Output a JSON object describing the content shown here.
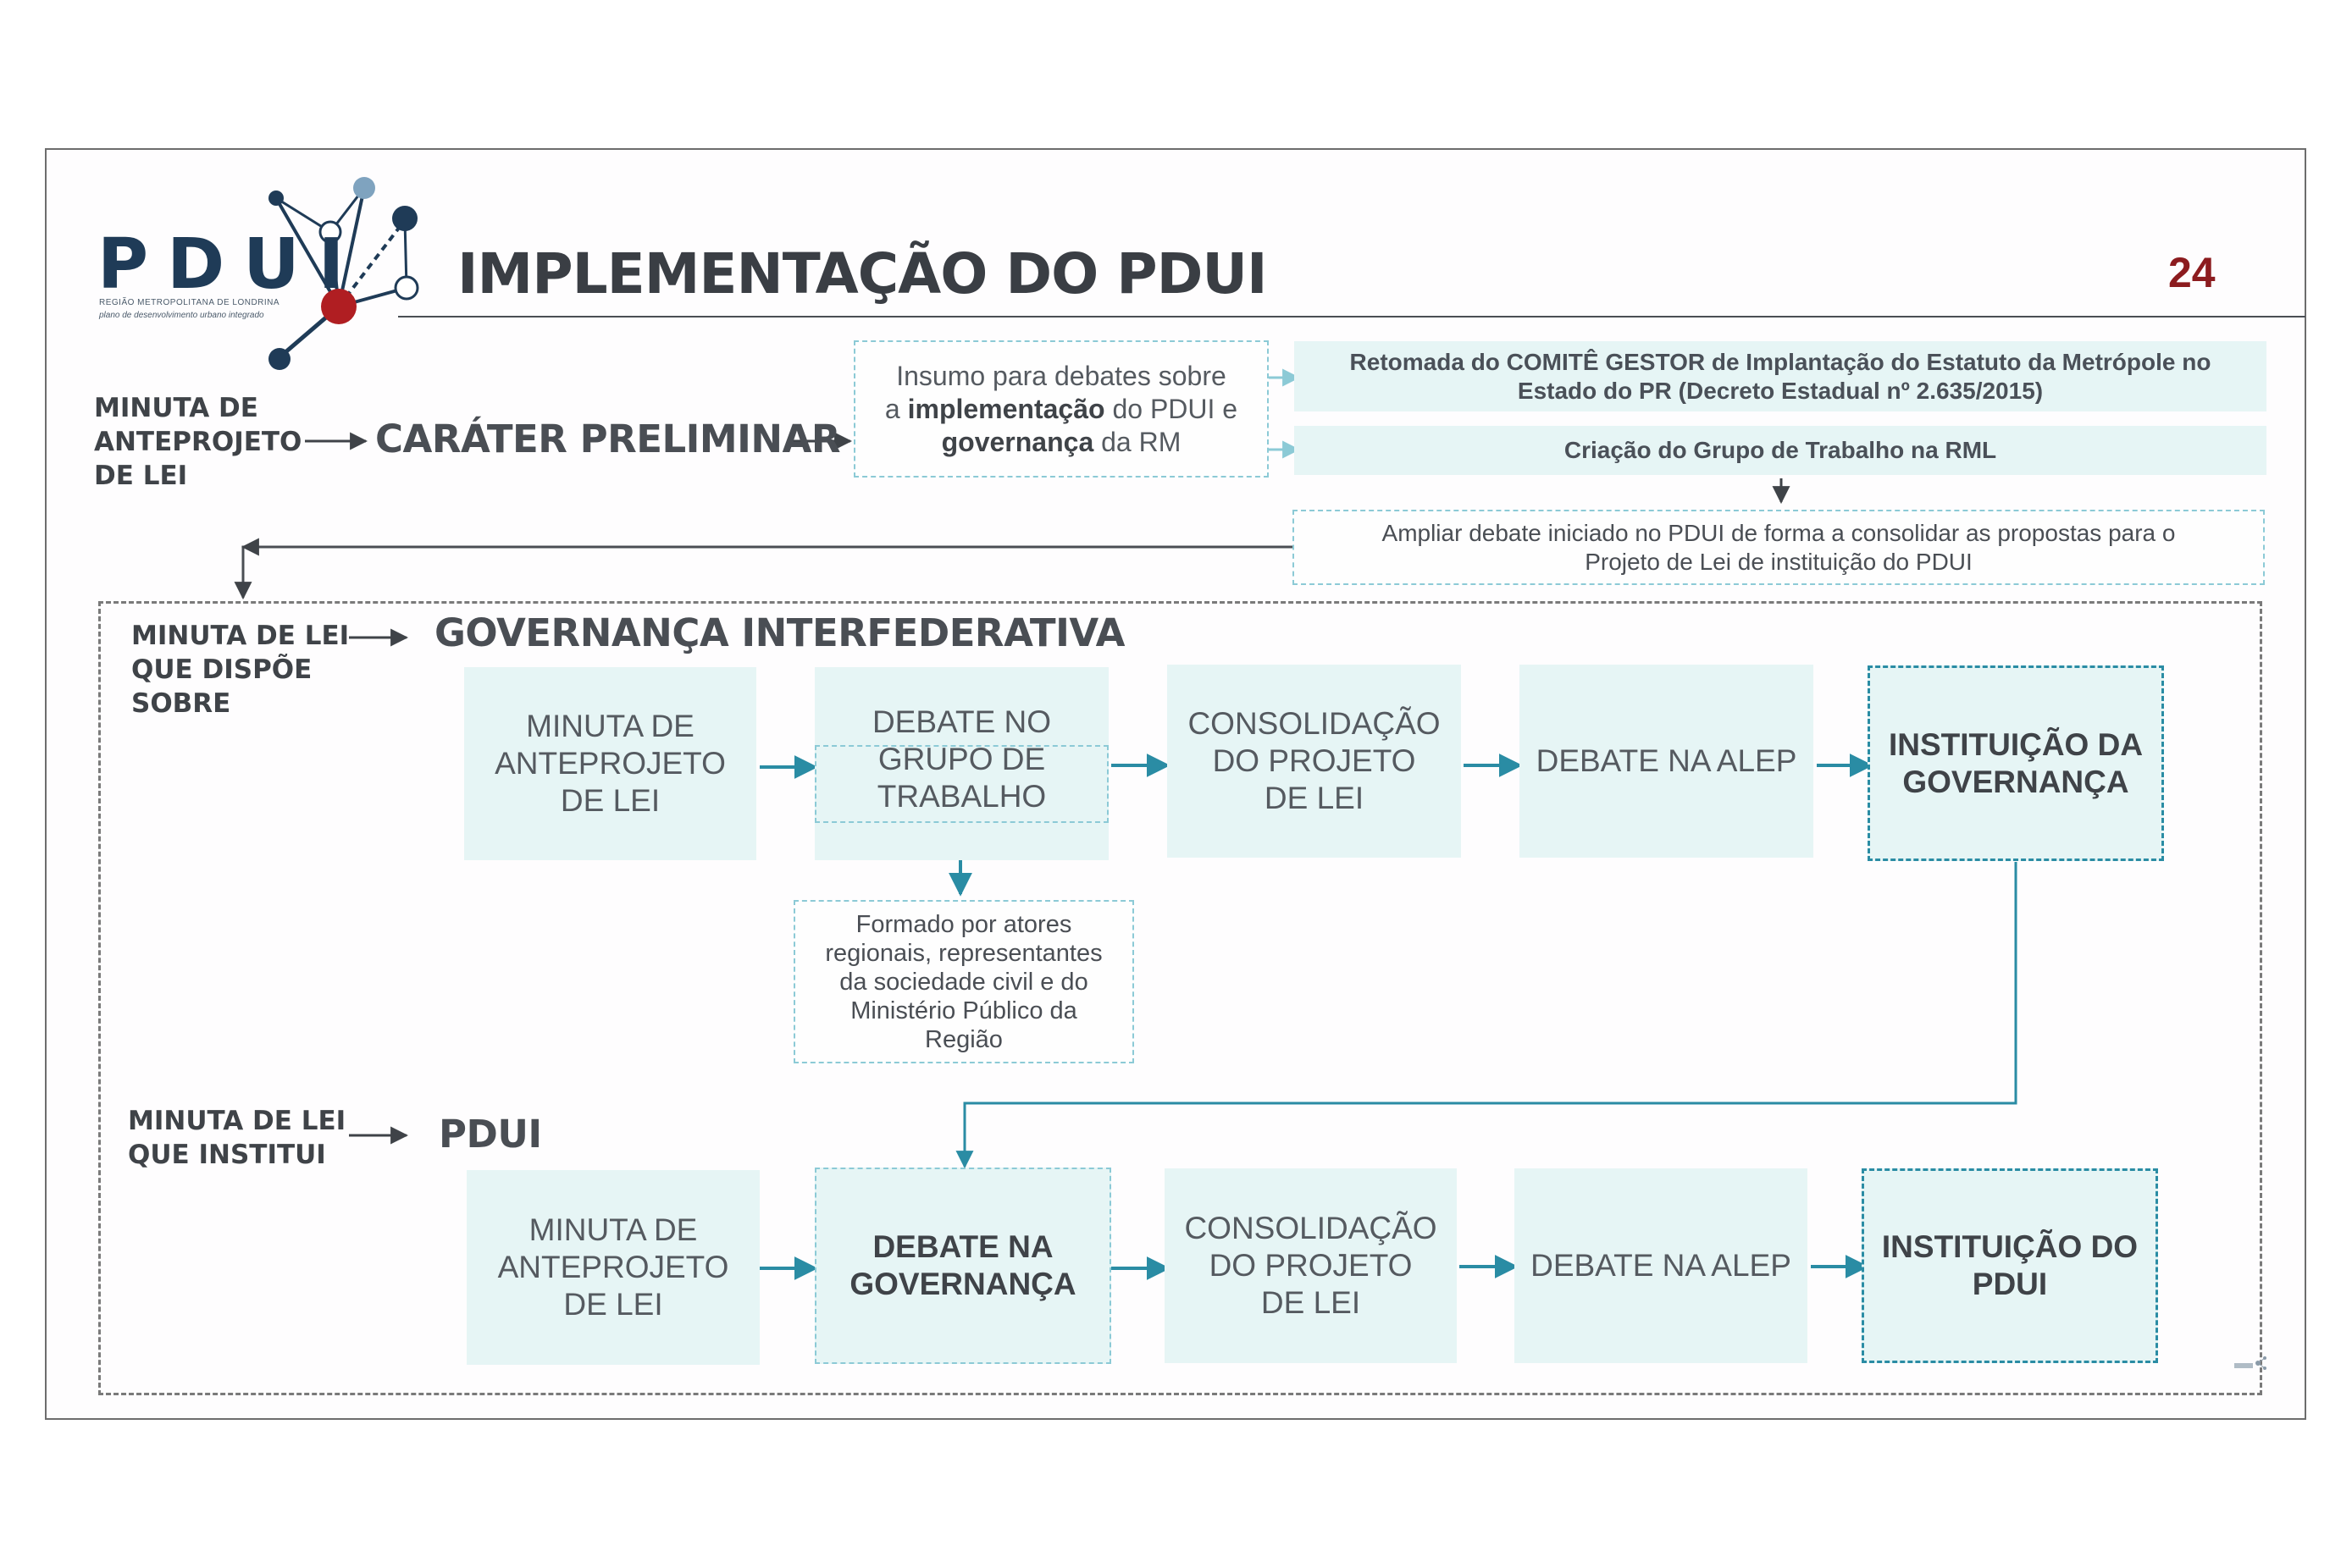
{
  "header": {
    "logo_text": "PDUI",
    "logo_subtitle": "REGIÃO METROPOLITANA DE LONDRINA",
    "logo_tagline": "plano de desenvolvimento urbano integrado",
    "title": "IMPLEMENTAÇÃO DO PDUI",
    "page_number": "24"
  },
  "preliminary": {
    "left_label": [
      "MINUTA DE",
      "ANTEPROJETO",
      "DE LEI"
    ],
    "heading": "CARÁTER PRELIMINAR",
    "input_box": {
      "line1": "Insumo para debates sobre",
      "line2_pre": "a ",
      "line2_bold": "implementação",
      "line2_post": " do PDUI e",
      "line3_bold": "governança",
      "line3_post": " da RM"
    },
    "box_comite": [
      "Retomada do COMITÊ GESTOR de Implantação do Estatuto da Metrópole no",
      "Estado do PR (Decreto Estadual nº 2.635/2015)"
    ],
    "box_grupo": "Criação do Grupo de Trabalho na RML",
    "box_ampliar": [
      "Ampliar debate iniciado no PDUI de forma a consolidar as propostas para o",
      "Projeto de Lei de instituição do PDUI"
    ]
  },
  "governanca": {
    "left_label": [
      "MINUTA DE LEI",
      "QUE DISPÕE",
      "SOBRE"
    ],
    "heading": "GOVERNANÇA INTERFEDERATIVA",
    "steps": [
      [
        "MINUTA DE",
        "ANTEPROJETO",
        "DE LEI"
      ],
      [
        "DEBATE NO",
        "GRUPO DE",
        "TRABALHO"
      ],
      [
        "CONSOLIDAÇÃO",
        "DO PROJETO",
        "DE LEI"
      ],
      [
        "DEBATE NA ALEP"
      ],
      [
        "INSTITUIÇÃO DA",
        "GOVERNANÇA"
      ]
    ],
    "note": [
      "Formado por atores",
      "regionais, representantes",
      "da sociedade civil e do",
      "Ministério Público da",
      "Região"
    ]
  },
  "pdui": {
    "left_label": [
      "MINUTA DE LEI",
      "QUE INSTITUI"
    ],
    "heading": "PDUI",
    "steps": [
      [
        "MINUTA DE",
        "ANTEPROJETO",
        "DE LEI"
      ],
      [
        "DEBATE NA",
        "GOVERNANÇA"
      ],
      [
        "CONSOLIDAÇÃO",
        "DO PROJETO",
        "DE LEI"
      ],
      [
        "DEBATE NA ALEP"
      ],
      [
        "INSTITUIÇÃO DO",
        "PDUI"
      ]
    ]
  },
  "colors": {
    "teal_fill": "#e6f5f5",
    "teal_line": "#2a8ca4",
    "light_dash": "#8ccad6",
    "title_dark": "#3a3e44",
    "page_number": "#8c1c1f",
    "logo_red": "#b01e22",
    "logo_navy": "#1f3b57"
  }
}
